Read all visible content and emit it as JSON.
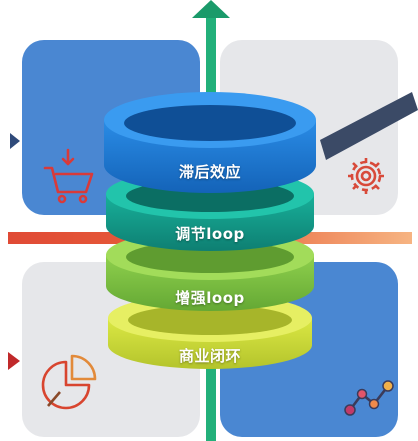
{
  "rings": [
    {
      "label": "滞后效应",
      "color": "#1e7fd6"
    },
    {
      "label": "调节loop",
      "color": "#13a08c"
    },
    {
      "label": "增强loop",
      "color": "#7fc443"
    },
    {
      "label": "商业闭环",
      "color": "#c8d83a"
    }
  ],
  "icons": {
    "top_left": "shopping-cart-icon",
    "top_right": "gear-icon",
    "bottom_left": "pie-chart-icon",
    "bottom_right": "line-chart-icon"
  },
  "colors": {
    "blue_panel": "#4a87d2",
    "gray_panel": "#e6e7ea",
    "vertical_axis": "#22b07a",
    "horizontal_axis_left": "#e04a35",
    "horizontal_axis_right": "#f4a66b"
  }
}
